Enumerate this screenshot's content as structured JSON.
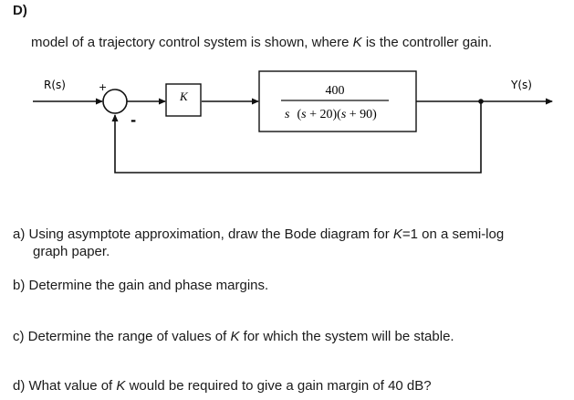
{
  "heading": "D)",
  "intro": {
    "before": "model of a trajectory control system is shown, where ",
    "var": "K",
    "after": " is the controller gain."
  },
  "diagram": {
    "input_label": "R(s)",
    "output_label": "Y(s)",
    "plus_sign": "+",
    "minus_sign": "-",
    "gain_label": "K",
    "tf_numerator": "400",
    "tf_denominator": {
      "s1": "s",
      "open1": "(",
      "s2": "s",
      "rest1": " + 20)(",
      "s3": "s",
      "rest2": " + 90)"
    }
  },
  "questions": {
    "a_line1_before": "a) Using asymptote approximation, draw the Bode diagram for ",
    "a_var": "K",
    "a_line1_after": "=1 on a semi-log",
    "a_line2": "graph paper.",
    "b": "b) Determine the gain and phase margins.",
    "c_before": "c) Determine the range of values of ",
    "c_var": "K",
    "c_after": " for which the system will be stable.",
    "d_before": "d) What value of ",
    "d_var": "K",
    "d_after": " would be required to give a gain margin of 40 dB?"
  }
}
